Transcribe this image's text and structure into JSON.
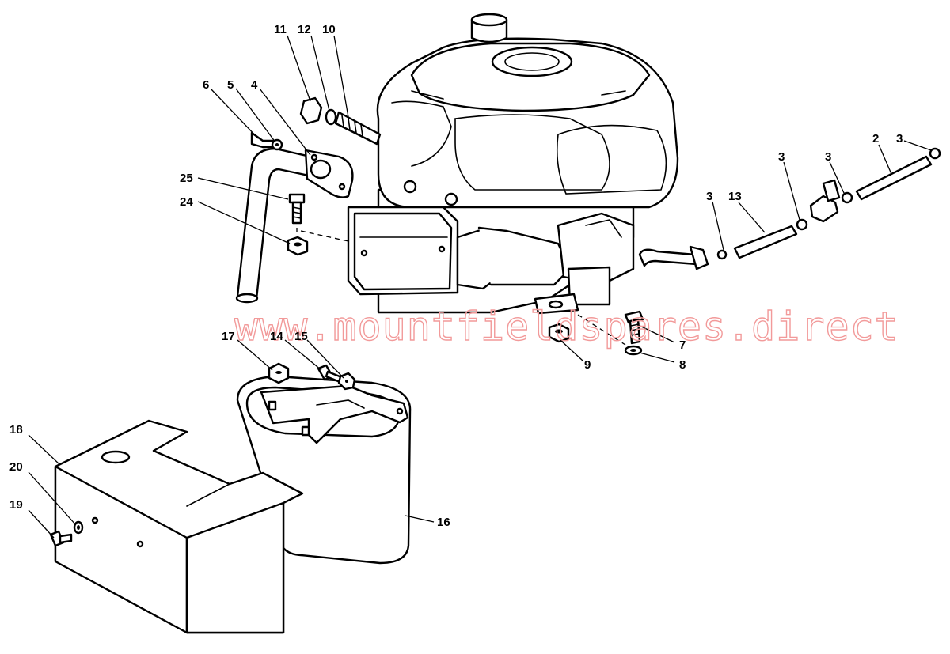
{
  "watermark": "www.mountfieldspares.direct",
  "callouts": {
    "c2": "2",
    "c3a": "3",
    "c3b": "3",
    "c3c": "3",
    "c3d": "3",
    "c4": "4",
    "c5": "5",
    "c6": "6",
    "c7": "7",
    "c8": "8",
    "c9": "9",
    "c10": "10",
    "c11": "11",
    "c12": "12",
    "c13": "13",
    "c14": "14",
    "c15": "15",
    "c16": "16",
    "c17": "17",
    "c18": "18",
    "c19": "19",
    "c20": "20",
    "c24": "24",
    "c25": "25"
  }
}
